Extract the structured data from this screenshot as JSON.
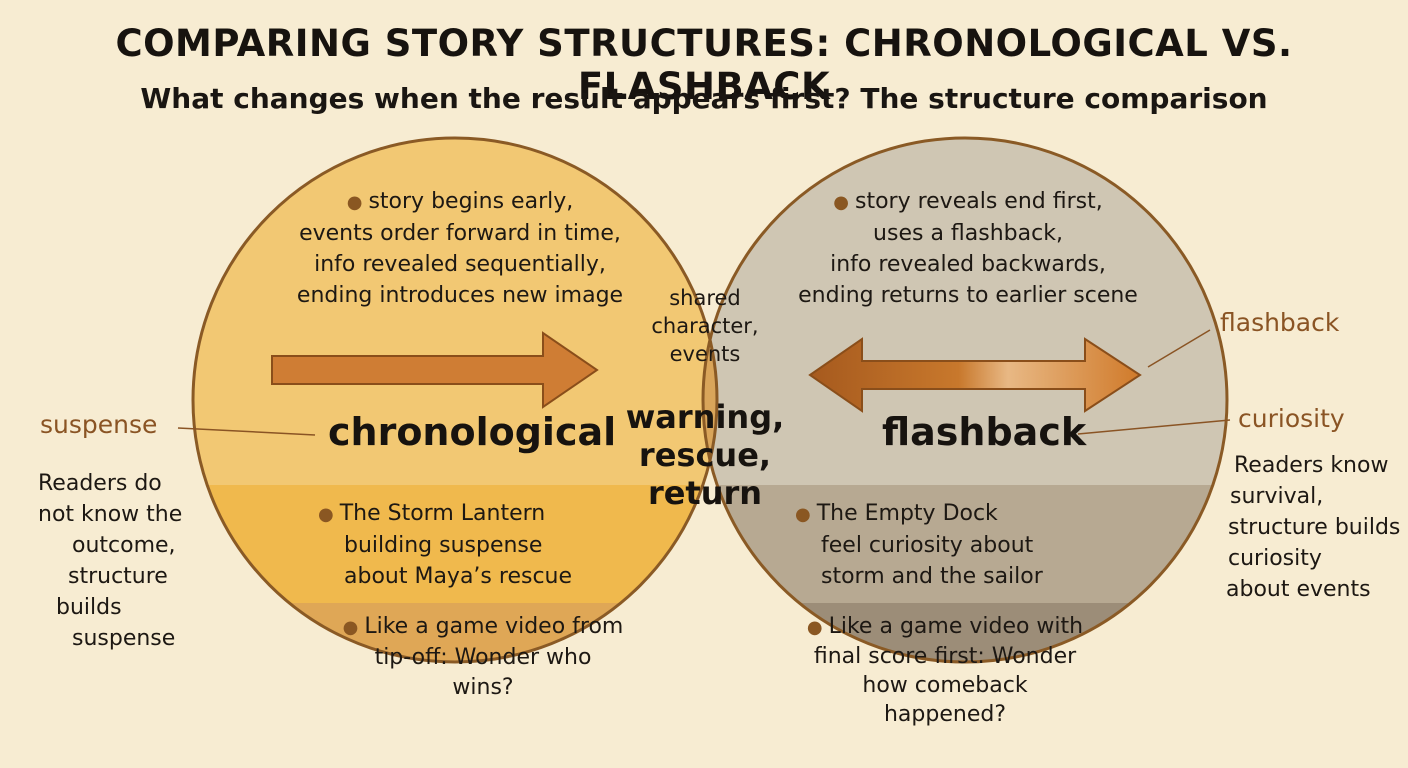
{
  "header": {
    "title": "COMPARING STORY STRUCTURES: CHRONOLOGICAL VS. FLASHBACK",
    "subtitle": "What changes when the result appears first? The structure comparison"
  },
  "chronological": {
    "label": "chronological",
    "top_lines": [
      "story begins early,",
      "events order forward in time,",
      "info revealed sequentially,",
      "ending introduces new image"
    ],
    "story_lines": [
      "The Storm Lantern",
      "building suspense",
      "about Maya’s rescue"
    ],
    "analogy_lines": [
      "Like a game video from",
      "tip-off: Wonder who",
      "wins?"
    ],
    "side_label": "suspense",
    "side_note_lines": [
      "Readers do",
      "not know the",
      "outcome,",
      "structure",
      "builds",
      "suspense"
    ]
  },
  "flashback": {
    "label": "flashback",
    "top_lines": [
      "story reveals end first,",
      "uses a flashback,",
      "info revealed backwards,",
      "ending returns to earlier scene"
    ],
    "story_lines": [
      "The Empty Dock",
      "feel curiosity about",
      "storm and the sailor"
    ],
    "analogy_lines": [
      "Like a game video with",
      "final score first: Wonder",
      "how comeback",
      "happened?"
    ],
    "arrow_label": "flashback",
    "side_label": "curiosity",
    "side_note_lines": [
      "Readers know",
      "survival,",
      "structure builds",
      "curiosity",
      "about events"
    ]
  },
  "shared": {
    "small_lines": [
      "shared",
      "character,",
      "events"
    ],
    "big_lines": [
      "warning,",
      "rescue,",
      "return"
    ]
  },
  "colors": {
    "chronological_fill": "#f2c873",
    "flashback_fill": "#cdc3b0",
    "overlap_fill": "#deaa5e",
    "outline": "#8a5a25",
    "arrow": "#cf7a2a",
    "accent_text": "#8a5424"
  }
}
